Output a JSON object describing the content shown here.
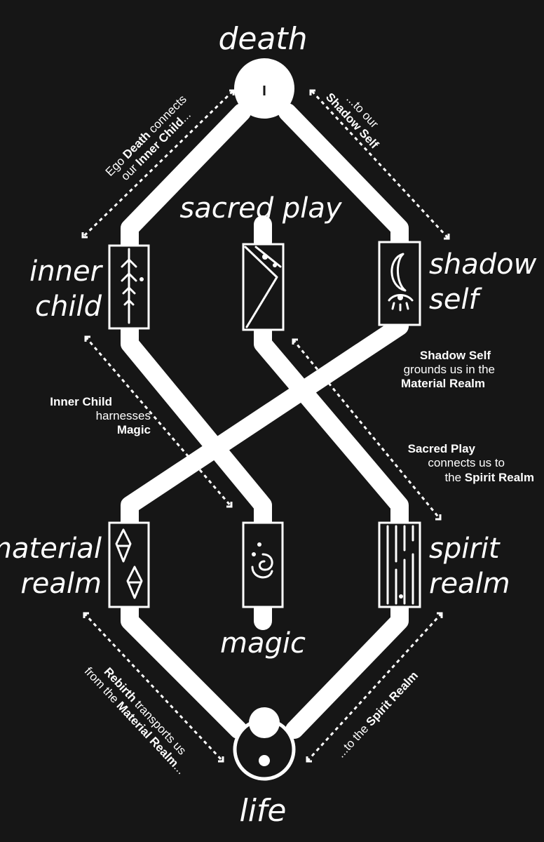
{
  "nodes": {
    "death": "death",
    "life": "life",
    "sacred_play": "sacred play",
    "magic": "magic",
    "inner_child": [
      "inner",
      "child"
    ],
    "shadow_self": [
      "shadow",
      "self"
    ],
    "material_realm": [
      "material",
      "realm"
    ],
    "spirit_realm": [
      "spirit",
      "realm"
    ]
  },
  "notes": {
    "ego_death": {
      "line1": [
        "Ego ",
        "Death",
        " connects"
      ],
      "line2": [
        "our ",
        "Inner Child",
        "..."
      ]
    },
    "to_shadow": {
      "line1": [
        "...to our"
      ],
      "line2": [
        "Shadow Self"
      ]
    },
    "shadow_grounds": {
      "line1": [
        "Shadow Self"
      ],
      "line2": [
        "grounds us in the"
      ],
      "line3": [
        "Material Realm"
      ]
    },
    "inner_child_magic": {
      "line1": [
        "Inner Child"
      ],
      "line2": [
        "harnesses"
      ],
      "line3": [
        "Magic"
      ]
    },
    "sacred_play_spirit": {
      "line1": [
        "Sacred Play"
      ],
      "line2": [
        "connects us to"
      ],
      "line3": [
        "the ",
        "Spirit Realm"
      ]
    },
    "rebirth": {
      "line1": [
        "Rebirth",
        " transports us"
      ],
      "line2": [
        "from the ",
        "Material Realm",
        "..."
      ]
    },
    "to_spirit": {
      "line1": [
        "...to the ",
        "Spirit Realm"
      ]
    }
  }
}
